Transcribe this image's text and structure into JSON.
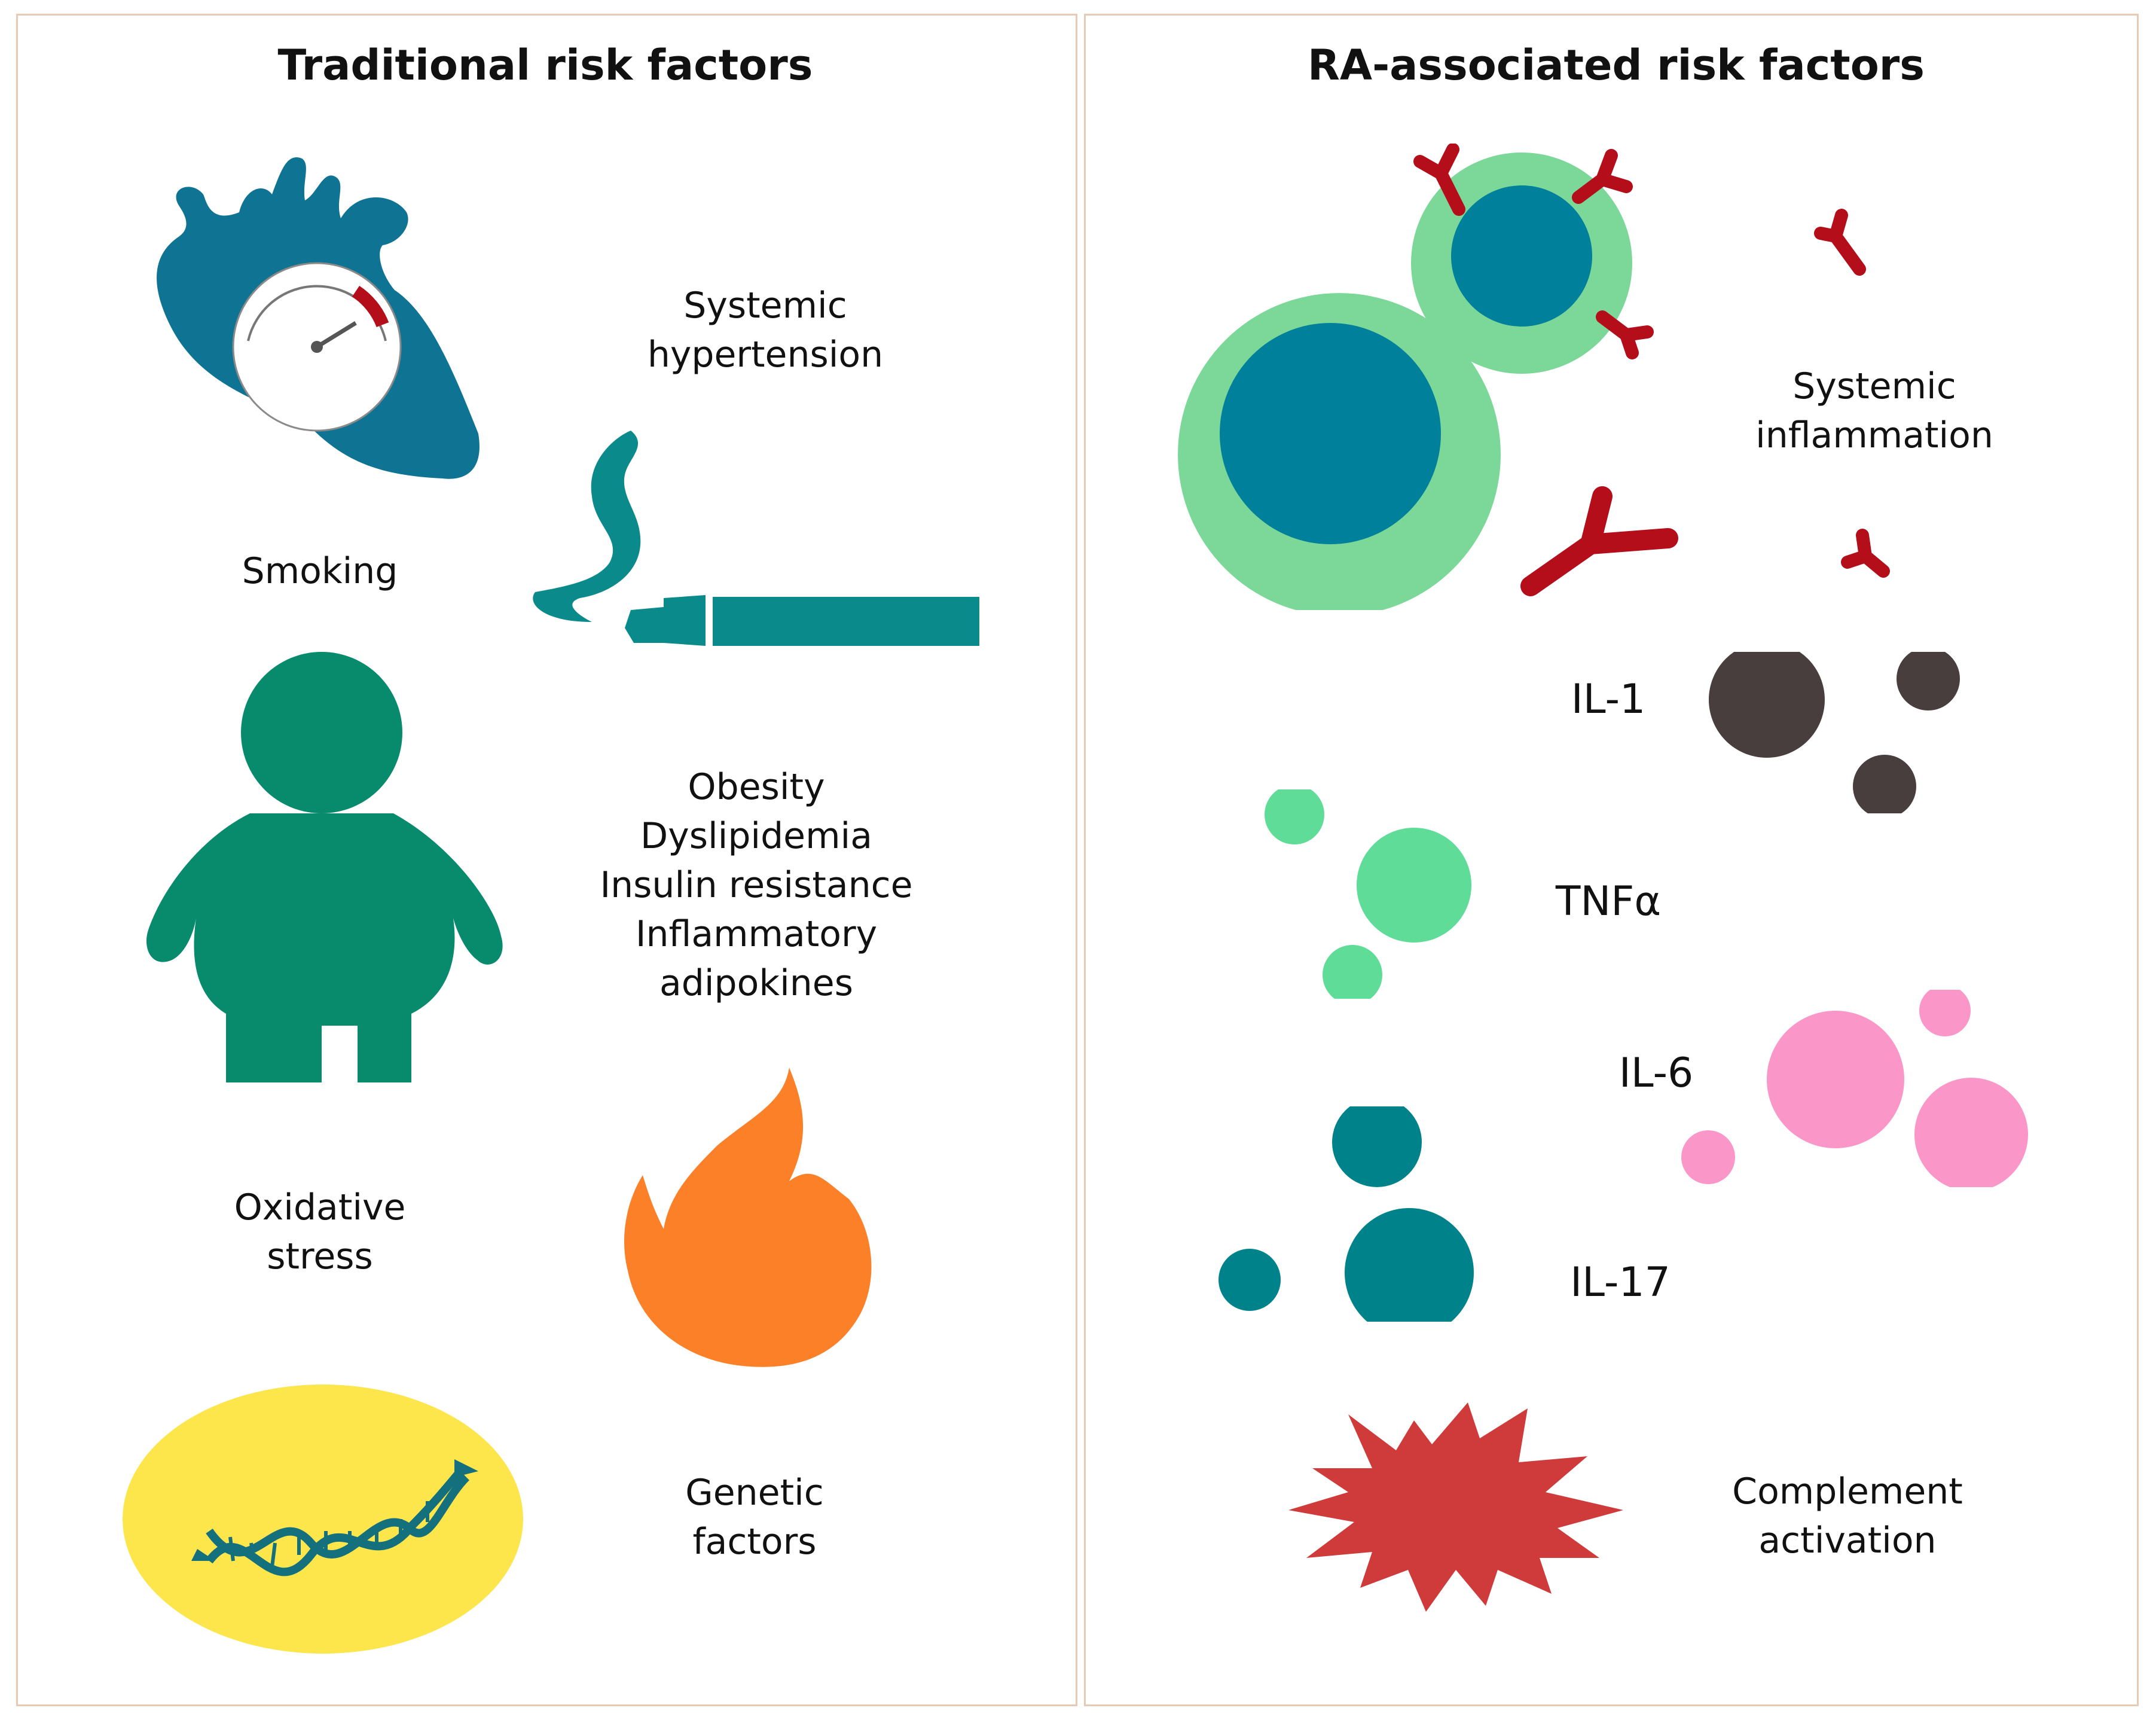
{
  "left_panel": {
    "title": "Traditional risk factors",
    "hypertension": {
      "line1": "Systemic",
      "line2": "hypertension",
      "icon": "heart-gauge-icon"
    },
    "smoking": {
      "line1": "Smoking",
      "icon": "cigarette-icon"
    },
    "obesity": {
      "line1": "Obesity",
      "line2": "Dyslipidemia",
      "line3": "Insulin resistance",
      "line4": "Inflammatory",
      "line5": "adipokines",
      "icon": "person-icon"
    },
    "oxidative": {
      "line1": "Oxidative",
      "line2": "stress",
      "icon": "flame-icon"
    },
    "genetic": {
      "line1": "Genetic",
      "line2": "factors",
      "icon": "dna-icon"
    }
  },
  "right_panel": {
    "title": "RA-associated risk factors",
    "inflammation": {
      "line1": "Systemic",
      "line2": "inflammation",
      "icon": "immune-cell-antibody-icon"
    },
    "il1": {
      "label": "IL-1",
      "color": "#493e3e"
    },
    "tnfa": {
      "label": "TNFα",
      "color": "#5edc98"
    },
    "il6": {
      "label": "IL-6",
      "color": "#fb96c8"
    },
    "il17": {
      "label": "IL-17",
      "color": "#00828a"
    },
    "complement": {
      "line1": "Complement",
      "line2": "activation",
      "icon": "starburst-icon",
      "color": "#cf3a3a"
    }
  },
  "colors": {
    "heart": "#0f7393",
    "cigarette": "#0b8a8c",
    "person": "#078b6c",
    "flame": "#fb8028",
    "dna_bg": "#fde64b",
    "dna": "#14707d",
    "cell_outer": "#7cd898",
    "cell_inner": "#00809b",
    "antibody": "#b40e1b"
  }
}
